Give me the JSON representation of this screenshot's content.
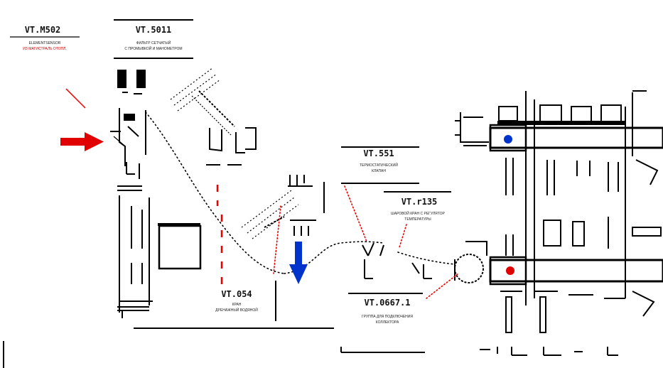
{
  "labels": {
    "vt_m502": {
      "code": "VT.M502",
      "desc": [
        "ELEMENTSENSOR",
        "ИЗ МАГИСТРАЛЬ ОТОПЛ."
      ]
    },
    "vt_5011": {
      "code": "VT.5011",
      "desc": [
        "ФИЛЬТР СЕТЧАТЫЙ",
        "С ПРОМЫВКОЙ И МАНОМЕТРОМ"
      ]
    },
    "vt_551": {
      "code": "VT.551",
      "desc": [
        "ТЕРМОСТАТИЧЕСКИЙ",
        "КЛАПАН"
      ]
    },
    "vt_r135": {
      "code": "VT.r135",
      "desc": [
        "ШАРОВОЙ КРАН С РЕГУЛЯТОР",
        "ТЕМПЕРАТУРЫ"
      ]
    },
    "vt_054": {
      "code": "VT.054",
      "desc": [
        "КРАН",
        "ДРЕНАЖНЫЙ ВОДЯНОЙ"
      ]
    },
    "vt_0667": {
      "code": "VT.0667.1",
      "desc": [
        "ГРУППА ДЛЯ ПОДКЛЮЧЕНИЯ",
        "КОЛЛЕКТОРА"
      ]
    }
  },
  "colors": {
    "supply": "#e00000",
    "return": "#0033cc",
    "line": "#000000"
  },
  "icons": {
    "supply_arrow": "arrow-right-icon",
    "return_arrow": "arrow-down-icon",
    "hot_marker": "red-dot-icon",
    "cold_marker": "blue-dot-icon"
  }
}
